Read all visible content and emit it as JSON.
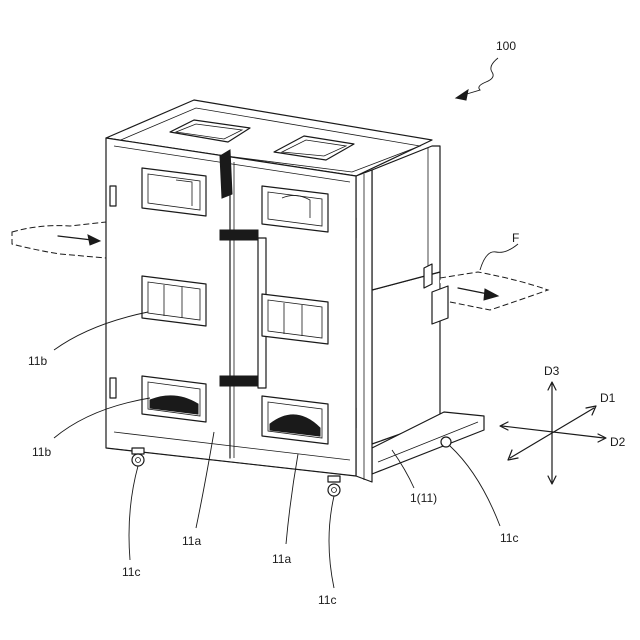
{
  "labels": {
    "device": "100",
    "flow": "F",
    "window_upper": "11b",
    "window_lower": "11b",
    "door_left": "11a",
    "door_right": "11a",
    "body": "1(11)",
    "caster_left": "11c",
    "caster_mid": "11c",
    "caster_right": "11c",
    "axis_d1": "D1",
    "axis_d2": "D2",
    "axis_d3": "D3"
  }
}
